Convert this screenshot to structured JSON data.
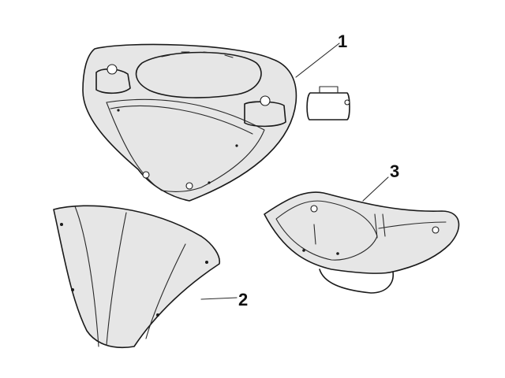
{
  "callouts": [
    {
      "id": "1",
      "label": "1"
    },
    {
      "id": "2",
      "label": "2"
    },
    {
      "id": "3",
      "label": "3"
    }
  ],
  "colors": {
    "line": "#1a1a1a",
    "shade": "#e6e6e6",
    "background": "#ffffff"
  }
}
